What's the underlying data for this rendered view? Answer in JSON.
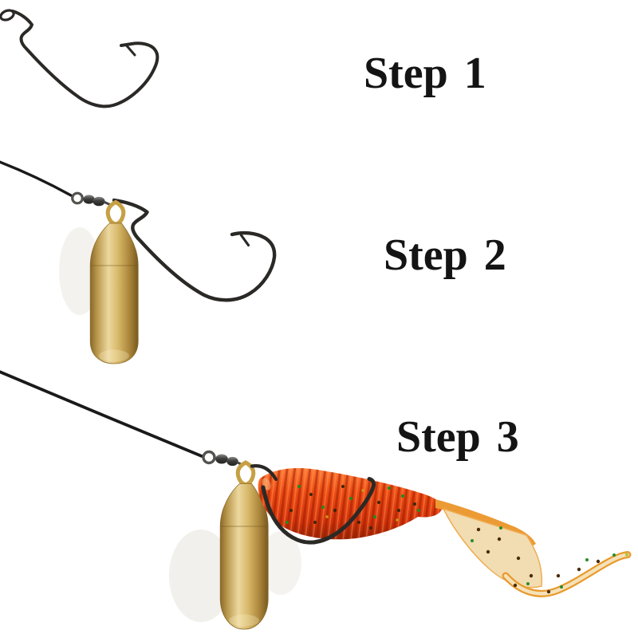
{
  "steps": [
    {
      "label": "Step 1",
      "illustration": "offset-worm-hook"
    },
    {
      "label": "Step 2",
      "illustration": "line-swivel-bullet-weight-hook"
    },
    {
      "label": "Step 3",
      "illustration": "finished-rig-with-soft-plastic-worm-bait"
    }
  ],
  "colors": {
    "background": "#ffffff",
    "text": "#141414",
    "line": "#1a1a1a",
    "hook": "#2b2926",
    "swivel": "#3e3e3c",
    "gold_eye": "#c7a044",
    "brass_dark": "#8a682a",
    "brass_light": "#ecd79e",
    "brass_mid": "#d8b96a",
    "worm_orange": "#ee4b12",
    "worm_tail": "#f2dcb2"
  }
}
